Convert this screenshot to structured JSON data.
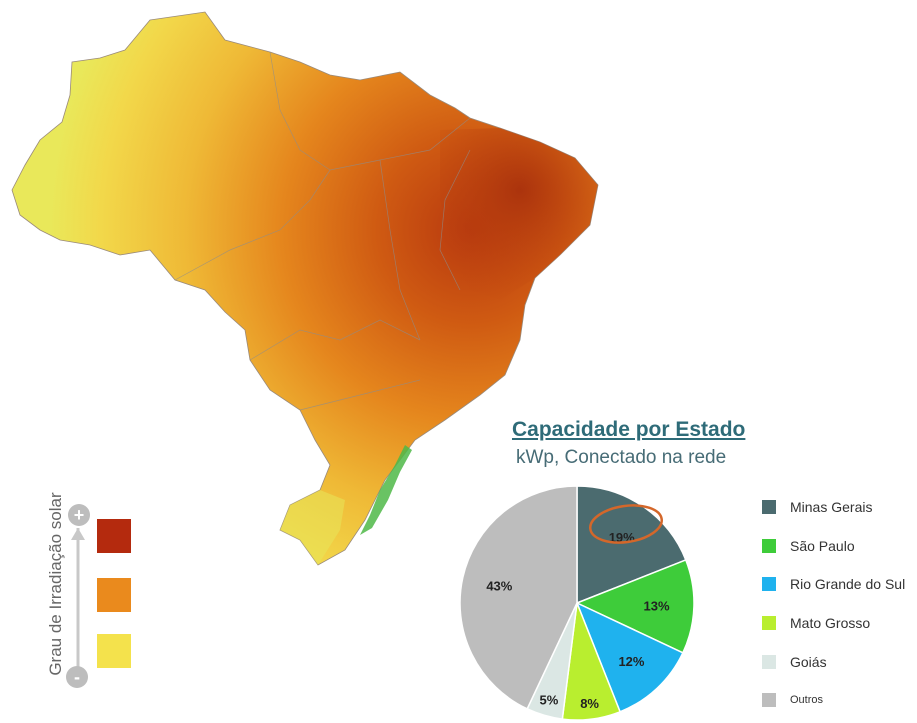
{
  "legend_scale": {
    "title": "Grau de Irradiação solar",
    "plus": "+",
    "minus": "-",
    "levels": [
      {
        "color": "#b42a0e"
      },
      {
        "color": "#ea8a1d"
      },
      {
        "color": "#f4e24c"
      }
    ]
  },
  "chart_data": {
    "type": "pie",
    "title": "Capacidade por Estado",
    "subtitle": "kWp, Conectado na rede",
    "slices": [
      {
        "label": "Minas Gerais",
        "value": 19,
        "display": "19%",
        "color": "#4b6b6f"
      },
      {
        "label": "São Paulo",
        "value": 13,
        "display": "13%",
        "color": "#3ecc3a"
      },
      {
        "label": "Rio Grande do Sul",
        "value": 12,
        "display": "12%",
        "color": "#1fb2ee"
      },
      {
        "label": "Mato Grosso",
        "value": 8,
        "display": "8%",
        "color": "#b9ee2f"
      },
      {
        "label": "Goiás",
        "value": 5,
        "display": "5%",
        "color": "#dbe7e4"
      },
      {
        "label": "Outros",
        "value": 43,
        "display": "43%",
        "color": "#bdbdbd"
      }
    ],
    "highlight_color": "#d4672a"
  }
}
